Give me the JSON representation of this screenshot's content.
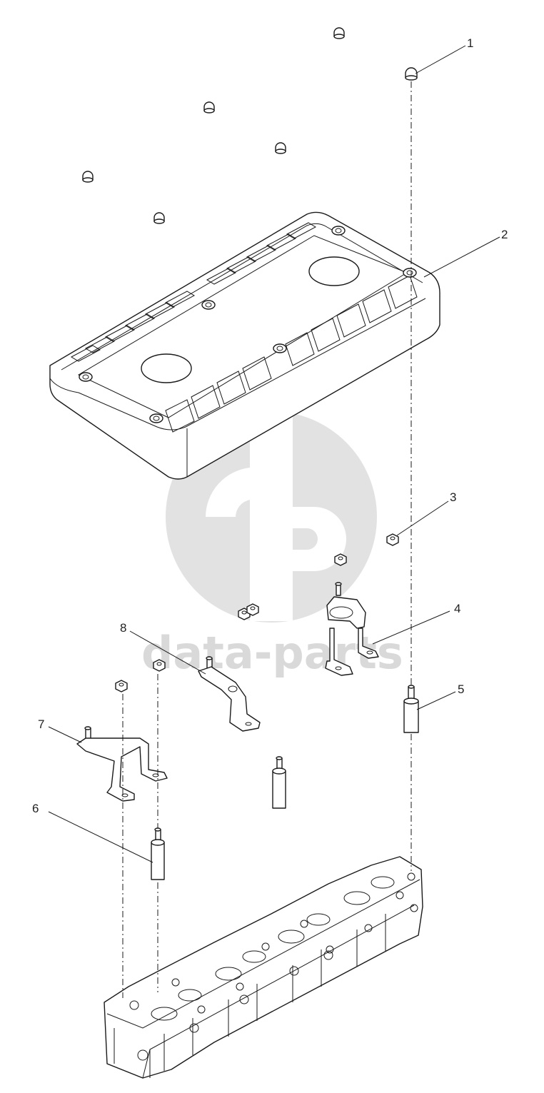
{
  "callouts": [
    {
      "id": "1",
      "label": "1"
    },
    {
      "id": "2",
      "label": "2"
    },
    {
      "id": "3",
      "label": "3"
    },
    {
      "id": "4",
      "label": "4"
    },
    {
      "id": "5",
      "label": "5"
    },
    {
      "id": "6",
      "label": "6"
    },
    {
      "id": "7",
      "label": "7"
    },
    {
      "id": "8",
      "label": "8"
    }
  ],
  "watermark": {
    "text": "data-parts",
    "color": "#d9d9d9"
  },
  "icons": {
    "logo": "data-parts-logo-icon"
  }
}
